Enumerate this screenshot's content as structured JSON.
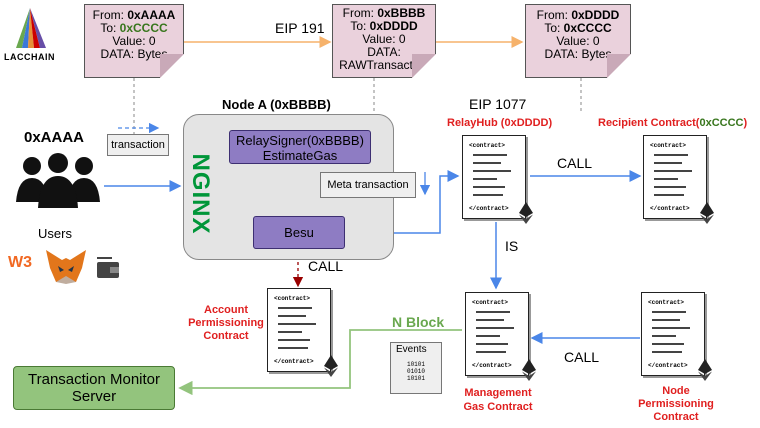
{
  "logo": {
    "text": "LACCHAIN"
  },
  "note_left": {
    "from_label": "From: ",
    "from_value": "0xAAAA",
    "to_label": "To: ",
    "to_value": "0xCCCC",
    "value": "Value: 0",
    "data": "DATA: Bytes"
  },
  "note_mid": {
    "from_label": "From: ",
    "from_value": "0xBBBB",
    "to_label": "To: ",
    "to_value": "0xDDDD",
    "value": "Value: 0",
    "data": "DATA:",
    "data2": "RAWTransaction"
  },
  "note_right": {
    "from_label": "From: ",
    "from_value": "0xDDDD",
    "to_label": "To: ",
    "to_value": "0xCCCC",
    "value": "Value: 0",
    "data": "DATA: Bytes"
  },
  "labels": {
    "eip191": "EIP 191",
    "eip1077": "EIP 1077",
    "node_a": "Node A (0xBBBB)",
    "user_addr": "0xAAAA",
    "users": "Users",
    "relay_hub": "RelayHub (0xDDDD)",
    "recipient_prefix": "Recipient Contract(",
    "recipient_addr": "0xCCCC",
    "recipient_suffix": ")",
    "call_top": "CALL",
    "call_besu": "CALL",
    "call_bottom": "CALL",
    "is": "IS",
    "n_block": "N Block",
    "account_perm": [
      "Account",
      "Permissioning",
      "Contract"
    ],
    "mgmt_gas": [
      "Management",
      "Gas Contract"
    ],
    "node_perm": [
      "Node",
      "Permissioning",
      "Contract"
    ],
    "nginx": "NGINX",
    "wallet_web3": "W3"
  },
  "boxes": {
    "transaction": "transaction",
    "relay_signer_1": "RelaySigner(0xBBBB)",
    "relay_signer_2": "EstimateGas",
    "meta_transaction": "Meta transaction",
    "besu": "Besu",
    "events": "Events",
    "events_bits": [
      "10101",
      "01010",
      "10101"
    ],
    "monitor_1": "Transaction Monitor",
    "monitor_2": "Server"
  },
  "contract": {
    "open_tag": "<contract>",
    "close_tag": "</contract>"
  },
  "colors": {
    "note_bg": "#ead1dc",
    "purple": "#8e7cc3",
    "arrow_blue": "#4a86e8",
    "arrow_orange": "#f6b26b",
    "monitor_green": "#93c47d",
    "red_text": "#e02020",
    "green_text": "#38761d"
  }
}
